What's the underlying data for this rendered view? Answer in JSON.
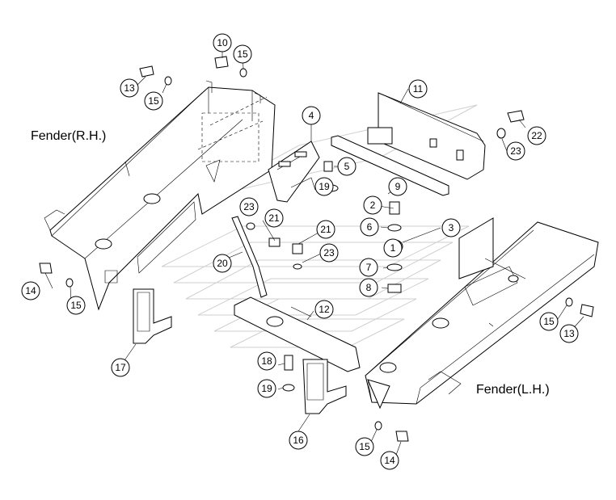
{
  "captions": {
    "fender_rh": "Fender(R.H.)",
    "fender_lh": "Fender(L.H.)"
  },
  "callouts": [
    {
      "label": "1"
    },
    {
      "label": "2"
    },
    {
      "label": "3"
    },
    {
      "label": "4"
    },
    {
      "label": "5"
    },
    {
      "label": "6"
    },
    {
      "label": "7"
    },
    {
      "label": "8"
    },
    {
      "label": "9"
    },
    {
      "label": "10"
    },
    {
      "label": "11"
    },
    {
      "label": "12"
    },
    {
      "label": "13"
    },
    {
      "label": "13"
    },
    {
      "label": "14"
    },
    {
      "label": "14"
    },
    {
      "label": "15"
    },
    {
      "label": "15"
    },
    {
      "label": "15"
    },
    {
      "label": "15"
    },
    {
      "label": "15"
    },
    {
      "label": "16"
    },
    {
      "label": "17"
    },
    {
      "label": "18"
    },
    {
      "label": "19"
    },
    {
      "label": "19"
    },
    {
      "label": "20"
    },
    {
      "label": "21"
    },
    {
      "label": "21"
    },
    {
      "label": "22"
    },
    {
      "label": "23"
    },
    {
      "label": "23"
    },
    {
      "label": "23"
    }
  ]
}
